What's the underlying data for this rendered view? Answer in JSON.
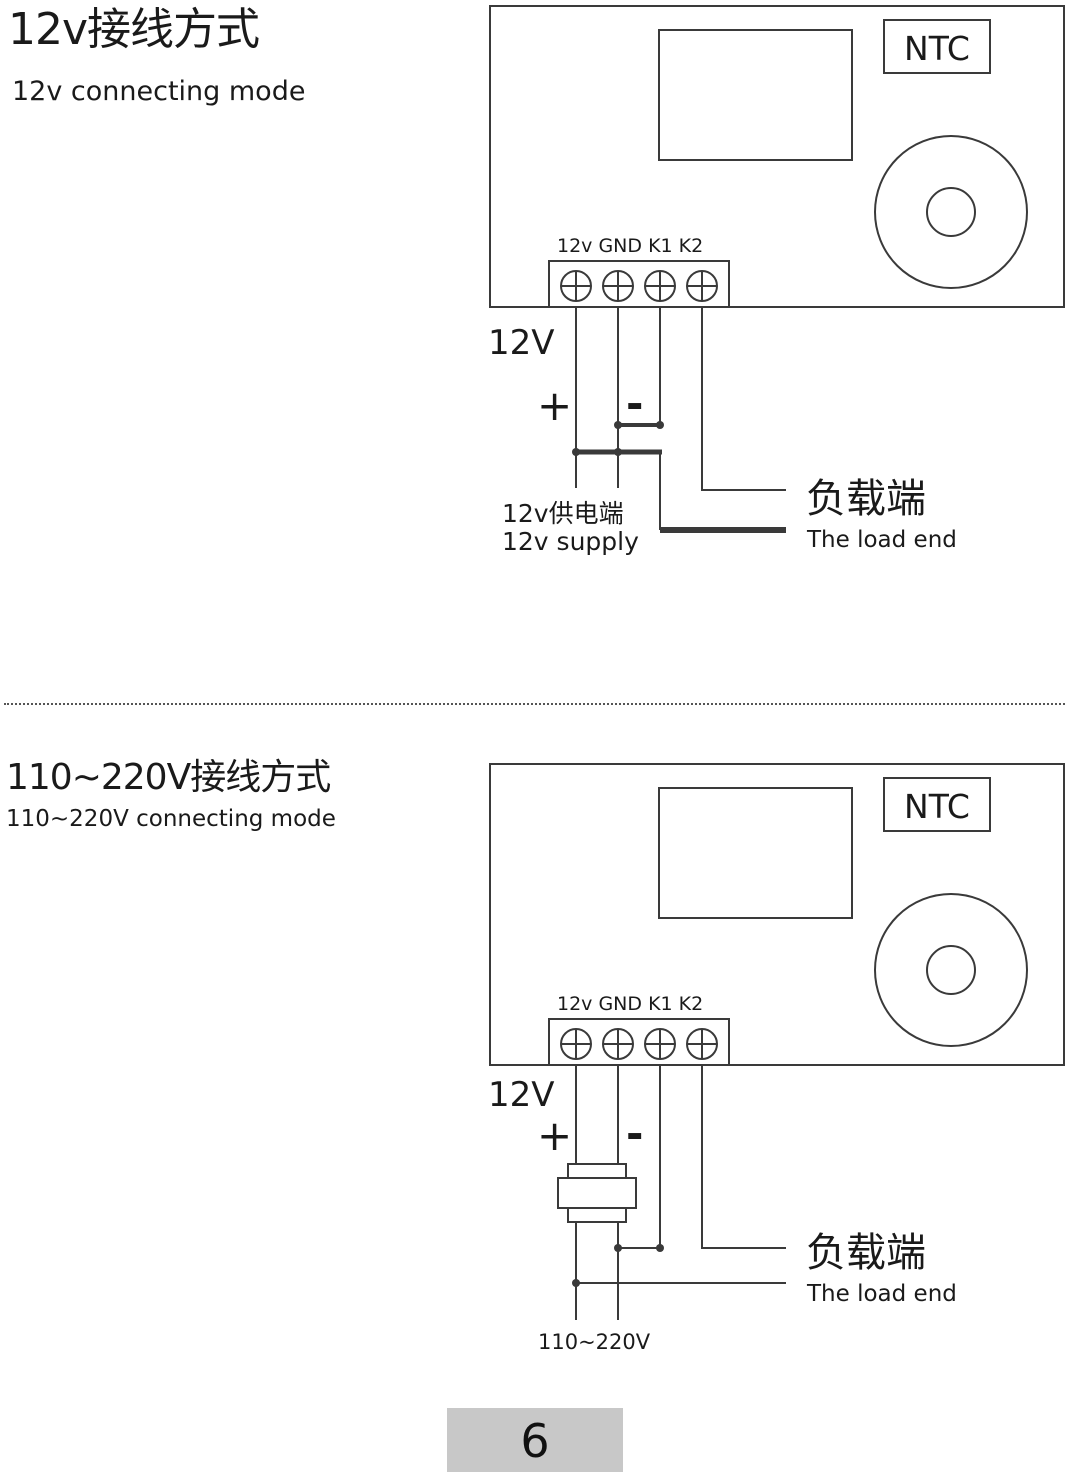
{
  "section_12v": {
    "title_cn": "12v接线方式",
    "title_en": "12v connecting mode",
    "device": {
      "sensor_label": "NTC",
      "terminal_labels": "12v GND K1 K2"
    },
    "voltage_label": "12V",
    "plus_label": "+",
    "minus_label": "-",
    "supply_cn": "12v供电端",
    "supply_en": "12v supply",
    "load_cn": "负载端",
    "load_en": "The load end"
  },
  "section_ac": {
    "title_cn": "110~220V接线方式",
    "title_en": "110~220V connecting mode",
    "device": {
      "sensor_label": "NTC",
      "terminal_labels": "12v GND K1 K2"
    },
    "voltage_label": "12V",
    "plus_label": "+",
    "minus_label": "-",
    "mains_label": "110~220V",
    "load_cn": "负载端",
    "load_en": "The load end"
  },
  "page_number": "6",
  "colors": {
    "line": "#3a3a3a",
    "badge": "#c8c8c8"
  }
}
